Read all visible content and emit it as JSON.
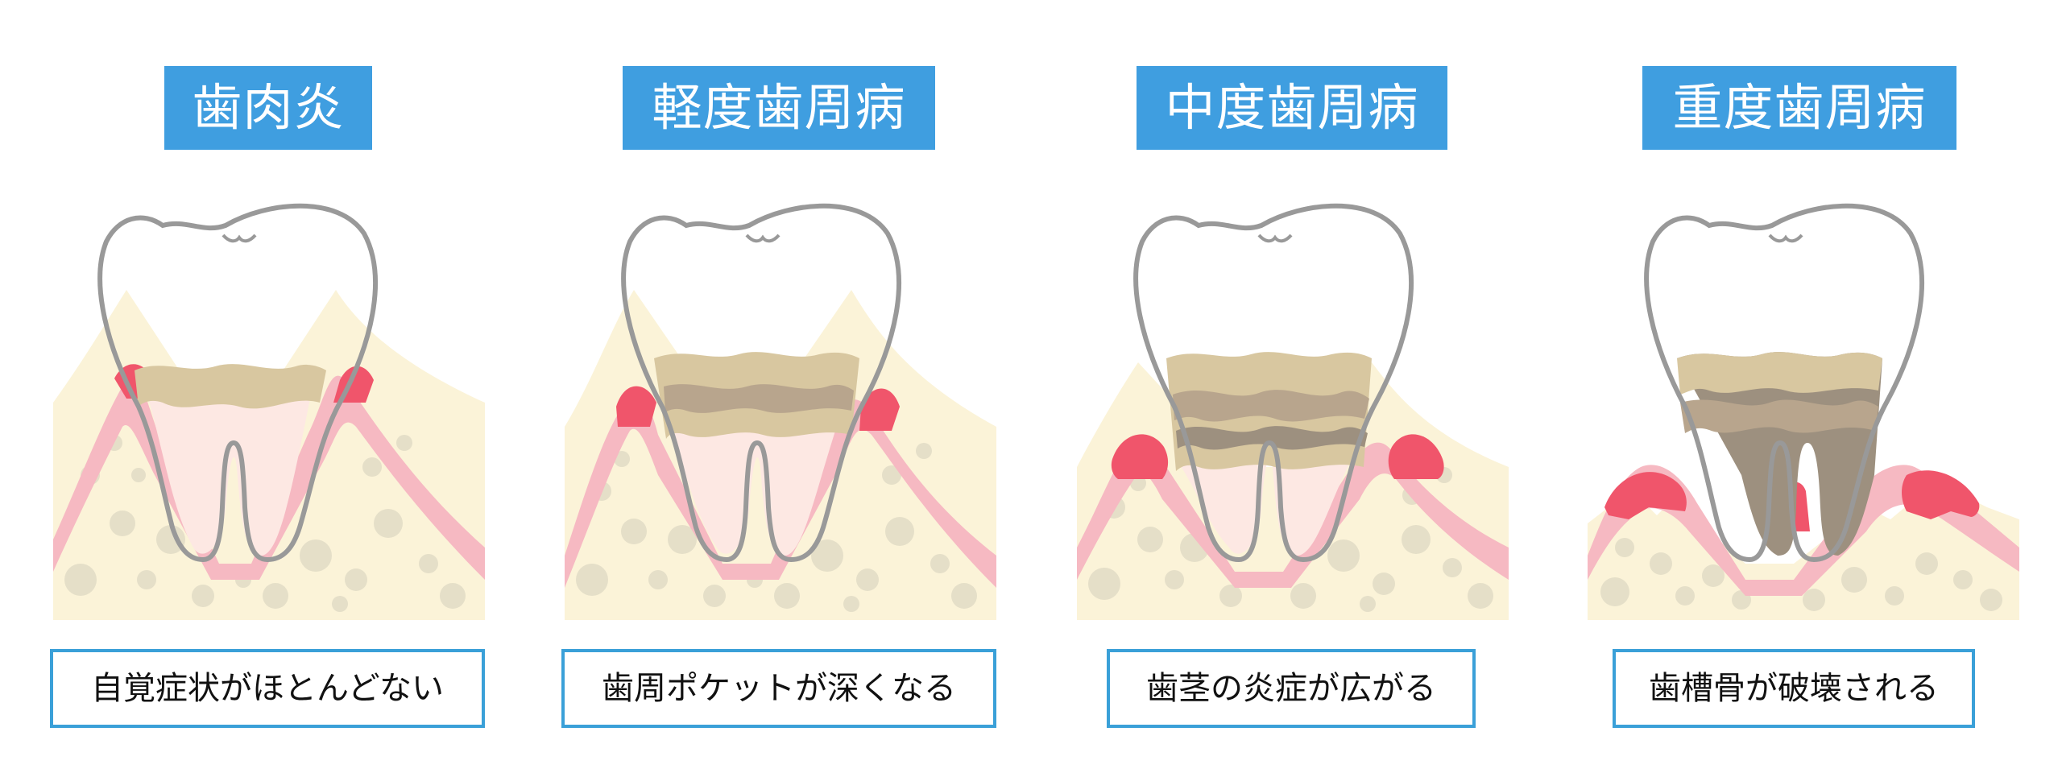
{
  "stages": [
    {
      "title": "歯肉炎",
      "caption": "自覚症状がほとんどない"
    },
    {
      "title": "軽度歯周病",
      "caption": "歯周ポケットが深くなる"
    },
    {
      "title": "中度歯周病",
      "caption": "歯茎の炎症が広がる"
    },
    {
      "title": "重度歯周病",
      "caption": "歯槽骨が破壊される"
    }
  ],
  "colors": {
    "title_background": "#3f9ee0",
    "caption_border": "#3aa0d8",
    "bone": "#fbf3d8",
    "bone_spots": "#e5dfc8",
    "gum_light": "#f6b9c2",
    "gum_red": "#f0556b",
    "tooth_outline": "#999999",
    "root_inner": "#fde8e3",
    "plaque": "#d8c7a0",
    "tartar": "#b8a58d",
    "tartar_dark": "#9d907f"
  }
}
